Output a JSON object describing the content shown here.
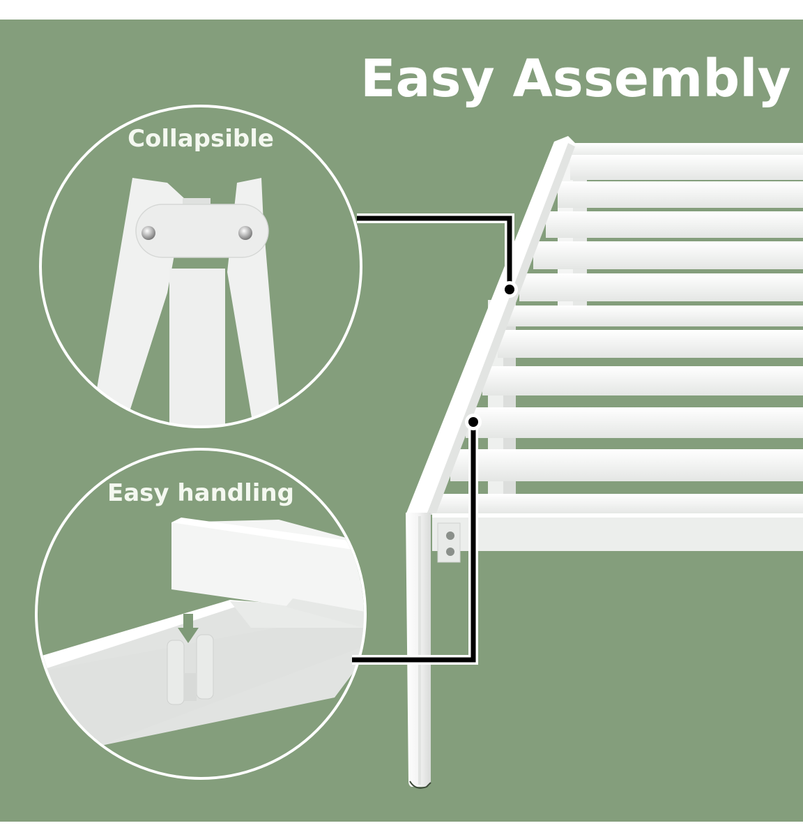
{
  "title": "Easy Assembly",
  "colors": {
    "background": "#849e7c",
    "frame": "#f2f3f2",
    "frame_shadow": "#d6d8d6",
    "connector": "#000000",
    "outline": "#ffffff"
  },
  "callouts": [
    {
      "label": "Collapsible",
      "detail": "folding-hinge-with-two-rivets"
    },
    {
      "label": "Easy handling",
      "detail": "slat-drops-into-slot-arrow-down"
    }
  ],
  "product": {
    "name": "metal-platform-bed-frame",
    "slat_count": 11
  }
}
